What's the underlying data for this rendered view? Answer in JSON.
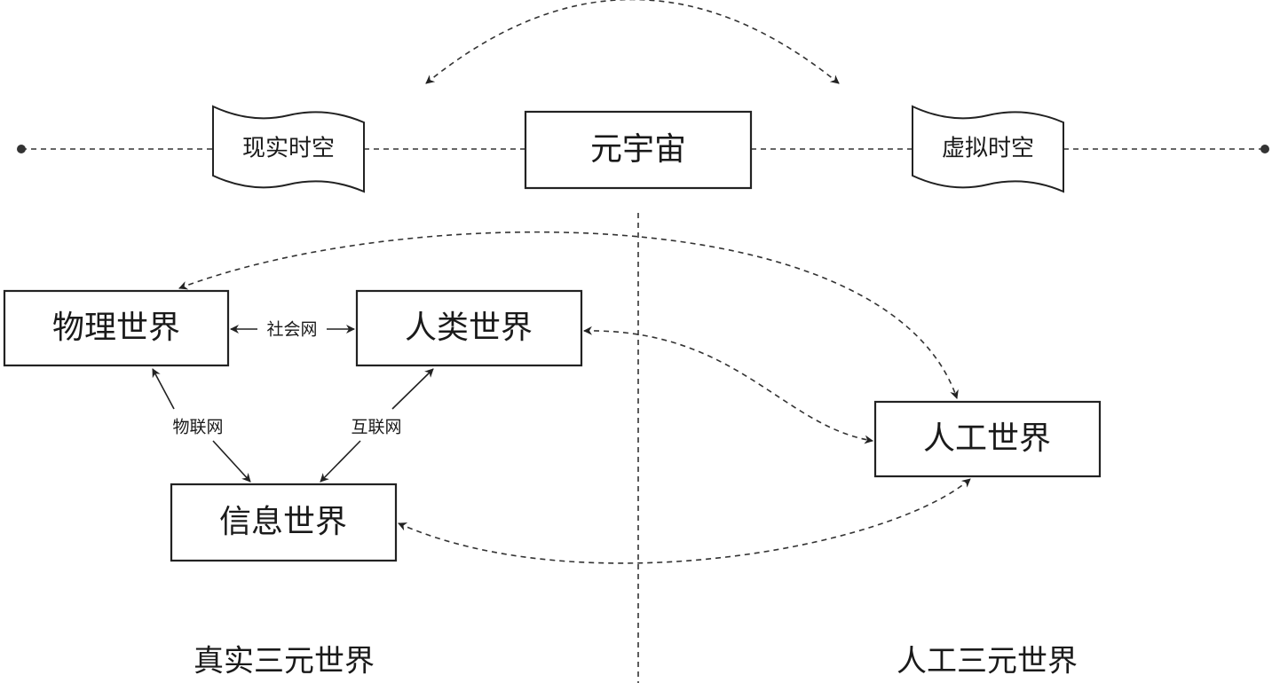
{
  "top": {
    "real_spacetime": "现实时空",
    "metaverse": "元宇宙",
    "virtual_spacetime": "虚拟时空"
  },
  "worlds": {
    "physical": "物理世界",
    "human": "人类世界",
    "information": "信息世界",
    "artificial": "人工世界"
  },
  "links": {
    "social_network": "社会网",
    "iot": "物联网",
    "internet": "互联网"
  },
  "footer": {
    "left": "真实三元世界",
    "right": "人工三元世界"
  }
}
